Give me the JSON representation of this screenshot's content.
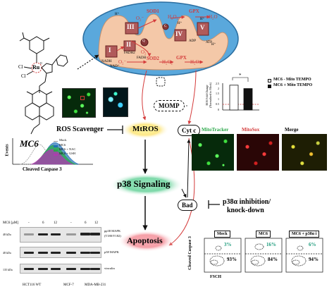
{
  "compound": {
    "label": "MC6",
    "ru_label": "Ru",
    "ru_charge": "II"
  },
  "mito": {
    "complexes": [
      "I",
      "II",
      "III",
      "IV",
      "V"
    ],
    "sod1": "SOD1",
    "sod2": "SOD2",
    "gpx_top": "GPX",
    "gpx_mid": "GPX",
    "h2o2_top": "H₂O₂",
    "h2o_top": "H₂O",
    "h2o2_mid": "H₂O₂",
    "h2o_mid": "H₂O",
    "o2_top": "O₂⁻",
    "o2_mid": "O₂⁻",
    "o2_mid2": "O₂⁻",
    "nadh": "NADH",
    "nad": "NAD⁺",
    "fadh2": "FADH2",
    "fadh": "FADH",
    "hplus": "H⁺",
    "hplus2": "H⁺",
    "hplus3": "H⁺",
    "hplus4": "H⁺",
    "adp": "ADP",
    "atp": "ATP",
    "q": "Q",
    "cyt": "C"
  },
  "nodes": {
    "momp": "MOMP",
    "mtros": "MtROS",
    "cytc": "Cyt c",
    "p38": "p38 Signaling",
    "bad": "Bad",
    "apoptosis": "Apoptosis",
    "ros_scavenger": "ROS Scavenger",
    "p38_inhib_line1": "p38α inhibition/",
    "p38_inhib_line2": "knock-down"
  },
  "bar_chart": {
    "ylabel": "ROS Fold Change\n(Normalized to Mock)",
    "yticks": [
      "0",
      "0.5",
      "1",
      "1.5",
      "2",
      "2.5"
    ],
    "legend": [
      "MC6 - Mito TEMPO",
      "MC6 + Mito TEMPO"
    ],
    "star": "*",
    "values": [
      2.2,
      1.9
    ]
  },
  "microscopy": {
    "titles": [
      "MitoTracker",
      "MitoSox",
      "Merge"
    ]
  },
  "histogram": {
    "xlabel": "Cleaved Caspase 3",
    "ylabel": "Events",
    "legend": [
      "Mock",
      "MC6",
      "MC6 + NAC",
      "MC6 + GSH"
    ],
    "colors": [
      "#9a9a9a",
      "#1f6fb5",
      "#2aa84a",
      "#b03ab0"
    ]
  },
  "western": {
    "header_label": "MC6 [μM]",
    "doses": [
      "-",
      "6",
      "12",
      "-",
      "6",
      "12"
    ],
    "rows": [
      {
        "kda": "48 kDa",
        "name_line1": "pp38 MAPK",
        "name_line2": "(T180/Y182)"
      },
      {
        "kda": "48 kDa",
        "name_line1": "p38 MAPK",
        "name_line2": ""
      },
      {
        "kda": "135 kDa",
        "name_line1": "vinculin",
        "name_line2": ""
      }
    ],
    "cell_lines": [
      "HCT116 WT",
      "MCF-7",
      "MDA-MB-231"
    ]
  },
  "flow": {
    "ylabel": "Cleaved Caspase 3",
    "xlabel": "FSCH",
    "panels": [
      {
        "title": "Mock",
        "top": "3%",
        "bottom": "93%"
      },
      {
        "title": "MC6",
        "top": "16%",
        "bottom": "84%"
      },
      {
        "title": "MC6 + p38α i",
        "top": "6%",
        "bottom": "94%"
      }
    ]
  },
  "colors": {
    "accent_red": "#d43a3a",
    "mito_blue": "#5aa8dc",
    "mito_inner": "#f4c8a8",
    "flow_green": "#1a9a7a"
  }
}
